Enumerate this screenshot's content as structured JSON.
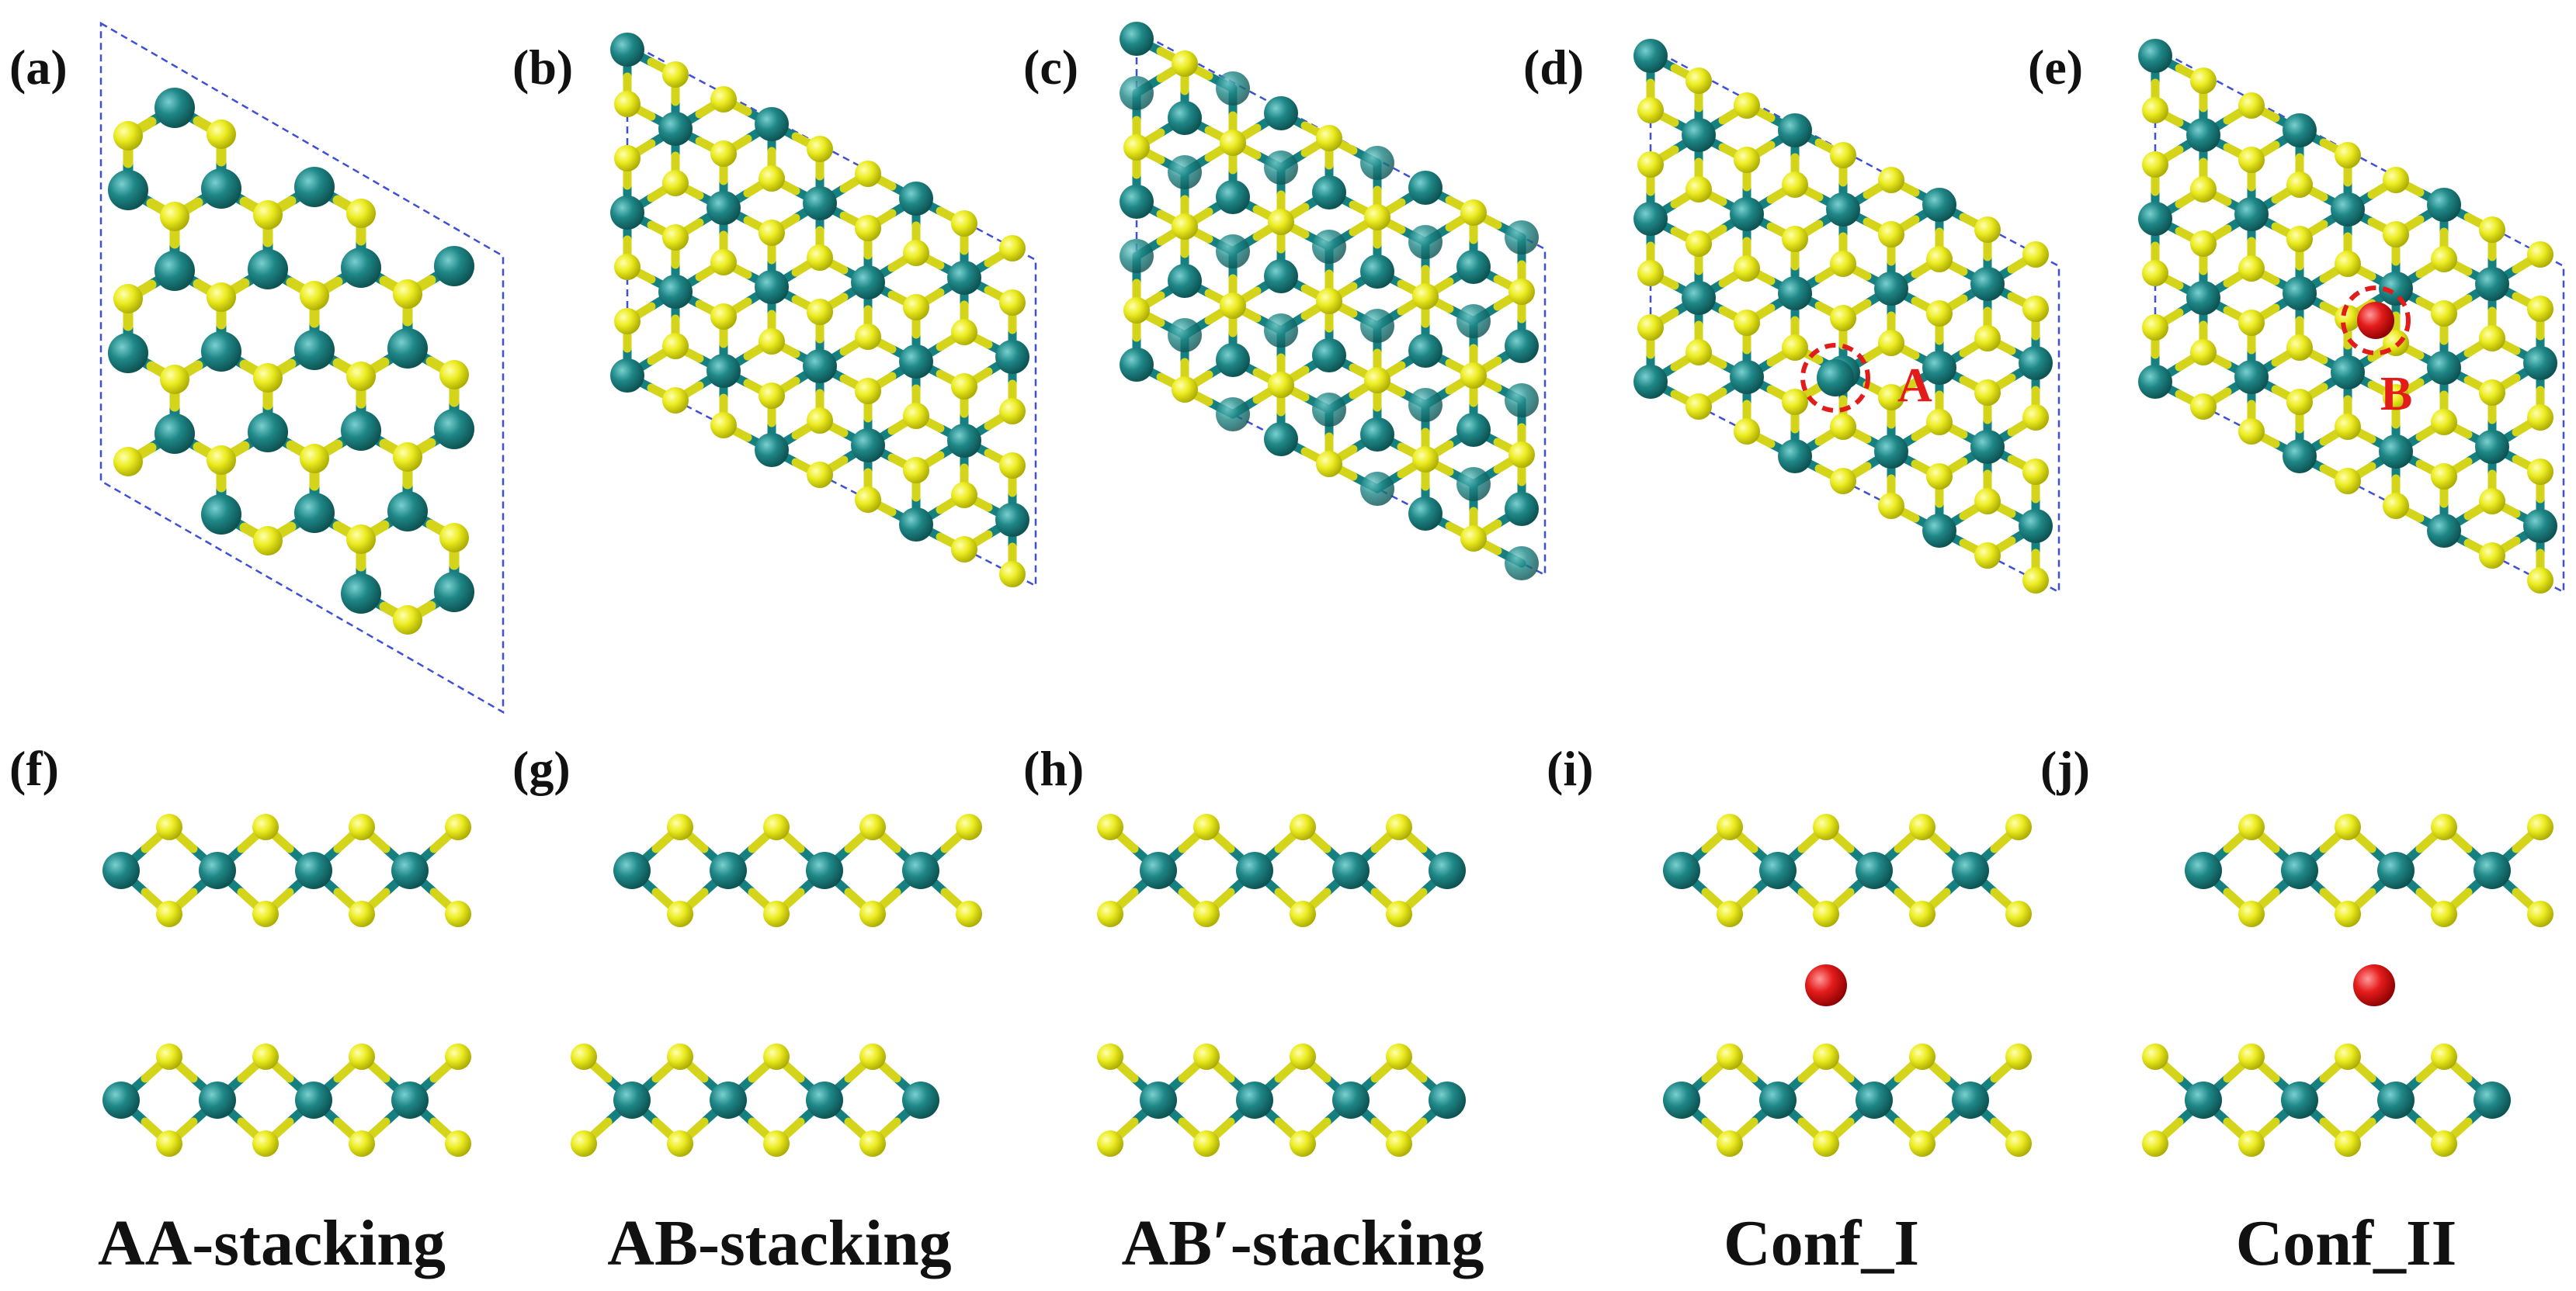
{
  "figure": {
    "panel_labels": [
      "(a)",
      "(b)",
      "(c)",
      "(d)",
      "(e)",
      "(f)",
      "(g)",
      "(h)",
      "(i)",
      "(j)"
    ],
    "configurations": [
      "AA-stacking",
      "AB-stacking",
      "AB′-stacking",
      "Conf_I",
      "Conf_II"
    ],
    "site_labels": [
      "A",
      "B"
    ]
  },
  "colors": {
    "metal_atom": "#157a7a",
    "chalcogen_atom": "#e0e01c",
    "adsorbate_atom": "#e31a1a",
    "cell_outline": "#3f4fd8",
    "site_marker": "#e21b1b",
    "text": "#111111"
  }
}
